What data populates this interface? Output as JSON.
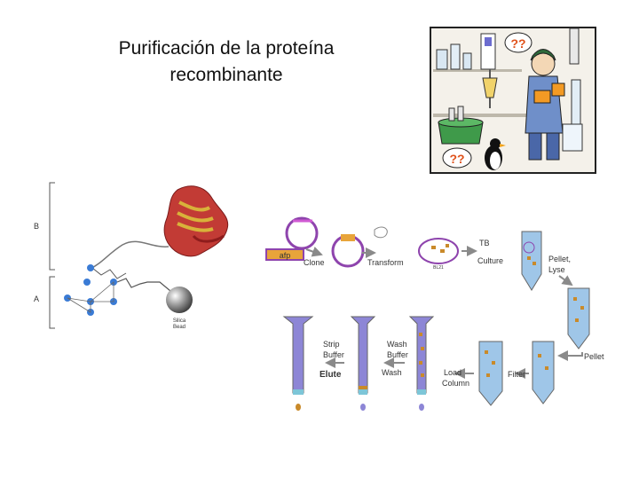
{
  "title": {
    "line1": "Purificación de la proteína",
    "line2": "recombinante"
  },
  "cartoon": {
    "bubble_top": "??",
    "bubble_bottom": "??"
  },
  "structure": {
    "label_b": "B",
    "label_a": "A",
    "bead_label_1": "Silica",
    "bead_label_2": "Bead"
  },
  "flow": {
    "afp": "afp",
    "clone": "Clone",
    "transform": "Transform",
    "bl21": "BL21",
    "tb": "TB",
    "culture": "Culture",
    "pellet_lyse_1": "Pellet,",
    "pellet_lyse_2": "Lyse",
    "pellet": "Pellet",
    "filter": "Filter",
    "load_1": "Load",
    "load_2": "Column",
    "wash_buffer_1": "Wash",
    "wash_buffer_2": "Buffer",
    "wash": "Wash",
    "strip_buffer_1": "Strip",
    "strip_buffer_2": "Buffer",
    "elute": "Elute"
  },
  "colors": {
    "tube_blue": "#9fc6e8",
    "column_purple": "#8d86d6",
    "arrow_grey": "#8a8a8a",
    "plasmid_purple": "#8e44ad",
    "afp_bar": "#e8a43a",
    "protein_red": "#b3262a",
    "cartoon_green": "#3f9a4a"
  }
}
